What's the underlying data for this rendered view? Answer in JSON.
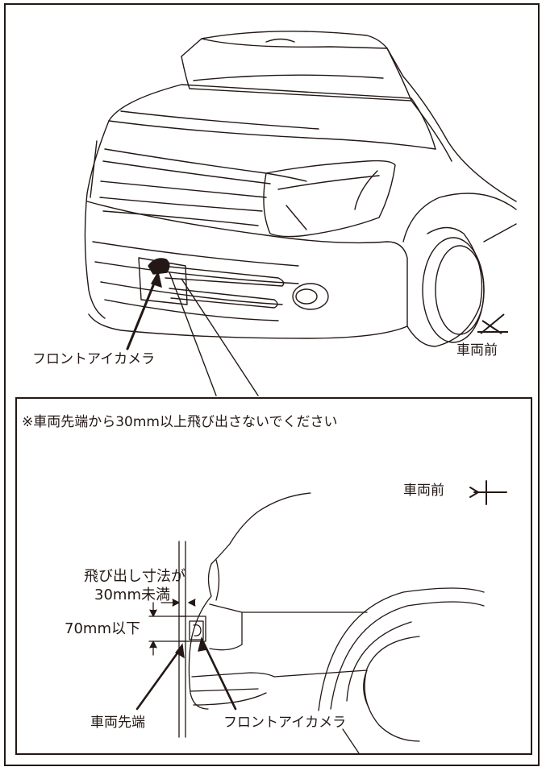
{
  "top_view": {
    "camera_label": "フロントアイカメラ",
    "direction_label": "車両前"
  },
  "detail_view": {
    "notice": "※車両先端から30mm以上飛び出さないでください",
    "direction_label": "車両前",
    "protrusion_label_line1": "飛び出し寸法が",
    "protrusion_label_line2": "30mm未満",
    "height_label": "70mm以下",
    "front_edge_label": "車両先端",
    "camera_label": "フロントアイカメラ"
  },
  "colors": {
    "line": "#231815",
    "background": "#ffffff"
  }
}
